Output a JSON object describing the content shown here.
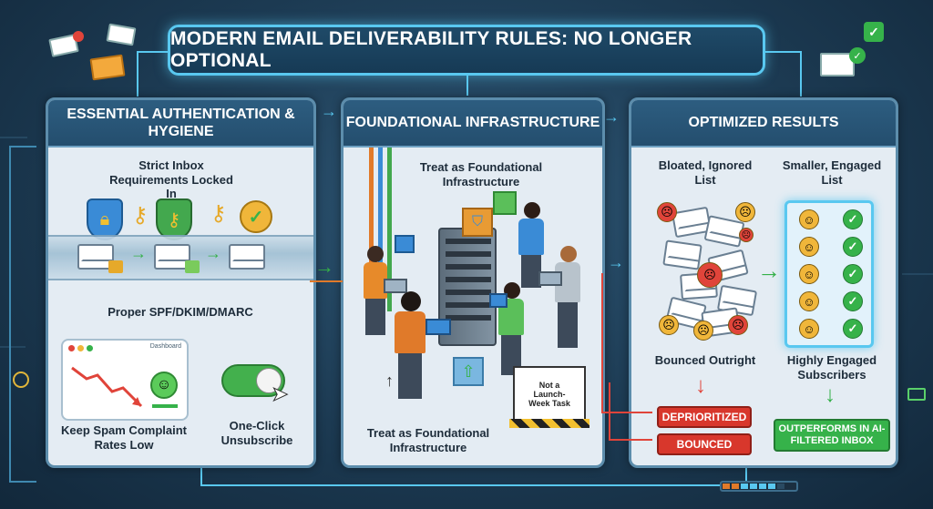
{
  "title": "MODERN EMAIL DELIVERABILITY RULES: NO LONGER OPTIONAL",
  "panels": {
    "auth": {
      "header": "ESSENTIAL AUTHENTICATION & HYGIENE",
      "strict": "Strict Inbox Requirements Locked In",
      "spf": "Proper SPF/DKIM/DMARC",
      "dashboard": "Dashboard",
      "spam": "Keep Spam Complaint Rates Low",
      "unsubscribe": "One-Click Unsubscribe"
    },
    "infra": {
      "header": "FOUNDATIONAL INFRASTRUCTURE",
      "top_label": "Treat as Foundational Infrastructure",
      "bottom_label": "Treat as Foundational Infrastructure",
      "sign": "Not a Launch-Week Task"
    },
    "results": {
      "header": "OPTIMIZED RESULTS",
      "bloated": "Bloated, Ignored List",
      "smaller": "Smaller, Engaged List",
      "bounced_outright": "Bounced Outright",
      "engaged": "Highly Engaged Subscribers",
      "deprioritized": "DEPRIORITIZED",
      "bounced": "BOUNCED",
      "outperforms": "OUTPERFORMS IN AI-FILTERED INBOX"
    }
  },
  "colors": {
    "accent": "#59c8f0",
    "panel_header": "#2d5d80",
    "green": "#34b048",
    "red": "#d8372c"
  }
}
